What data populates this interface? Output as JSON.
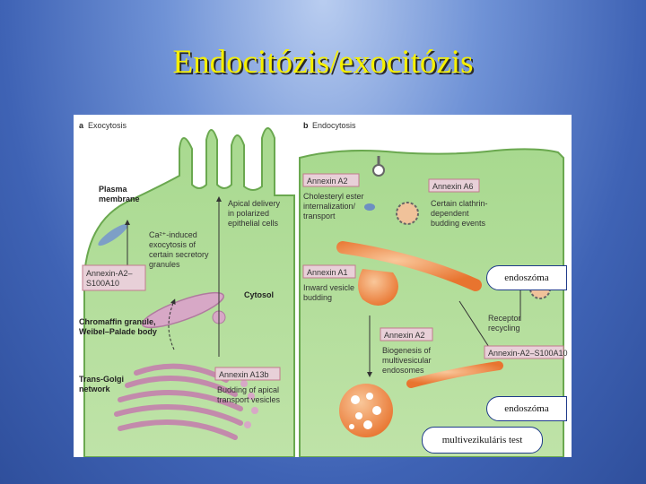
{
  "slide": {
    "title": "Endocitózis/exocitózis"
  },
  "panel_a": {
    "letter": "a",
    "title": "Exocytosis",
    "plasma_membrane": [
      "Plasma",
      "membrane"
    ],
    "apical_delivery": [
      "Apical delivery",
      "in polarized",
      "epithelial cells"
    ],
    "ca_exocytosis": [
      "Ca²⁺-induced",
      "exocytosis of",
      "certain secretory",
      "granules"
    ],
    "annexin_a2_s100": [
      "Annexin-A2–",
      "S100A10"
    ],
    "cytosol": "Cytosol",
    "chromaffin": [
      "Chromaffin granule,",
      "Weibel–Palade body"
    ],
    "trans_golgi": [
      "Trans-Golgi",
      "network"
    ],
    "annexin_a13b": "Annexin A13b",
    "budding_apical": [
      "Budding of apical",
      "transport vesicles"
    ]
  },
  "panel_b": {
    "letter": "b",
    "title": "Endocytosis",
    "annexin_a2_top": "Annexin A2",
    "cholesteryl": [
      "Cholesteryl ester",
      "internalization/",
      "transport"
    ],
    "annexin_a6": "Annexin A6",
    "clathrin": [
      "Certain clathrin-",
      "dependent",
      "budding events"
    ],
    "annexin_a1": "Annexin A1",
    "inward_budding": [
      "Inward vesicle",
      "budding"
    ],
    "receptor_recycling": [
      "Receptor",
      "recycling"
    ],
    "annexin_a2_s100_b": "Annexin-A2–S100A10",
    "annexin_a2_mid": "Annexin A2",
    "biogenesis": [
      "Biogenesis of",
      "multivesicular",
      "endosomes"
    ]
  },
  "overlays": {
    "endosome_1": "endoszóma",
    "endosome_2": "endoszóma",
    "multivesicular": "multivezikuláris test"
  }
}
